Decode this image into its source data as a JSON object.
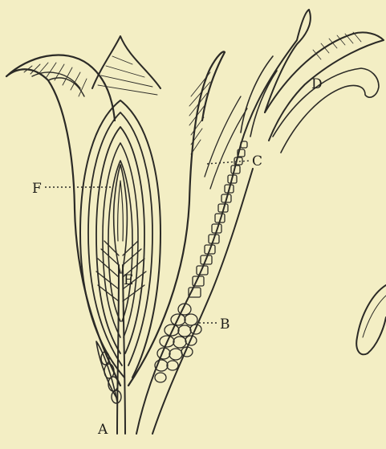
{
  "figure": {
    "background": "#f3eec4",
    "ink": "#2b2a26",
    "labels": {
      "a": "A",
      "b": "B",
      "c": "C",
      "d": "D",
      "e": "E",
      "f": "F"
    }
  }
}
